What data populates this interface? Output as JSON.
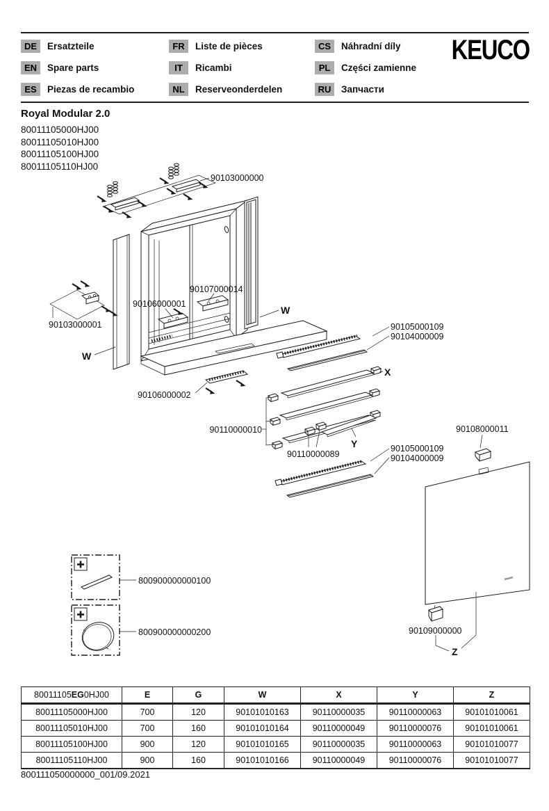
{
  "header": {
    "languages": [
      {
        "code": "DE",
        "label": "Ersatzteile"
      },
      {
        "code": "EN",
        "label": "Spare parts"
      },
      {
        "code": "ES",
        "label": "Piezas de recambio"
      },
      {
        "code": "FR",
        "label": "Liste de pièces"
      },
      {
        "code": "IT",
        "label": "Ricambi"
      },
      {
        "code": "NL",
        "label": "Reserveonderdelen"
      },
      {
        "code": "CS",
        "label": "Náhradní díly"
      },
      {
        "code": "PL",
        "label": "Części zamienne"
      },
      {
        "code": "RU",
        "label": "Запчасти"
      }
    ],
    "logo": "KEUCO"
  },
  "product": {
    "title": "Royal Modular 2.0",
    "codes": [
      "80011105000HJ00",
      "80011105010HJ00",
      "80011105100HJ00",
      "80011105110HJ00"
    ]
  },
  "diagram": {
    "labels": {
      "mounting_set": "90103000000",
      "wall_clamp": "90103000001",
      "inner_unit_left": "90106000001",
      "inner_unit_right": "90107000014",
      "bottom_light_strip": "90106000002",
      "led_strip": "90105000109",
      "cover_profile": "90104000009",
      "shelf_holder_set": "90110000010",
      "shelf_holder_pair": "90110000089",
      "door_glide_top": "90108000011",
      "door_glide_bottom": "90109000000",
      "accessory_profile": "800900000000100",
      "accessory_mirror": "800900000000200",
      "ref_w": "W",
      "ref_x": "X",
      "ref_y": "Y",
      "ref_z": "Z"
    }
  },
  "table": {
    "header": {
      "model_prefix": "80011105",
      "model_bold": "EG",
      "model_suffix": "0HJ00",
      "cols": [
        "E",
        "G",
        "W",
        "X",
        "Y",
        "Z"
      ]
    },
    "rows": [
      [
        "80011105000HJ00",
        "700",
        "120",
        "90101010163",
        "90110000035",
        "90110000063",
        "90101010061"
      ],
      [
        "80011105010HJ00",
        "700",
        "160",
        "90101010164",
        "90110000049",
        "90110000076",
        "90101010061"
      ],
      [
        "80011105100HJ00",
        "900",
        "120",
        "90101010165",
        "90110000035",
        "90110000063",
        "90101010077"
      ],
      [
        "80011105110HJ00",
        "900",
        "160",
        "90101010166",
        "90110000049",
        "90110000076",
        "90101010077"
      ]
    ]
  },
  "footer": {
    "doc_ref": "800111050000000_001/09.2021"
  }
}
